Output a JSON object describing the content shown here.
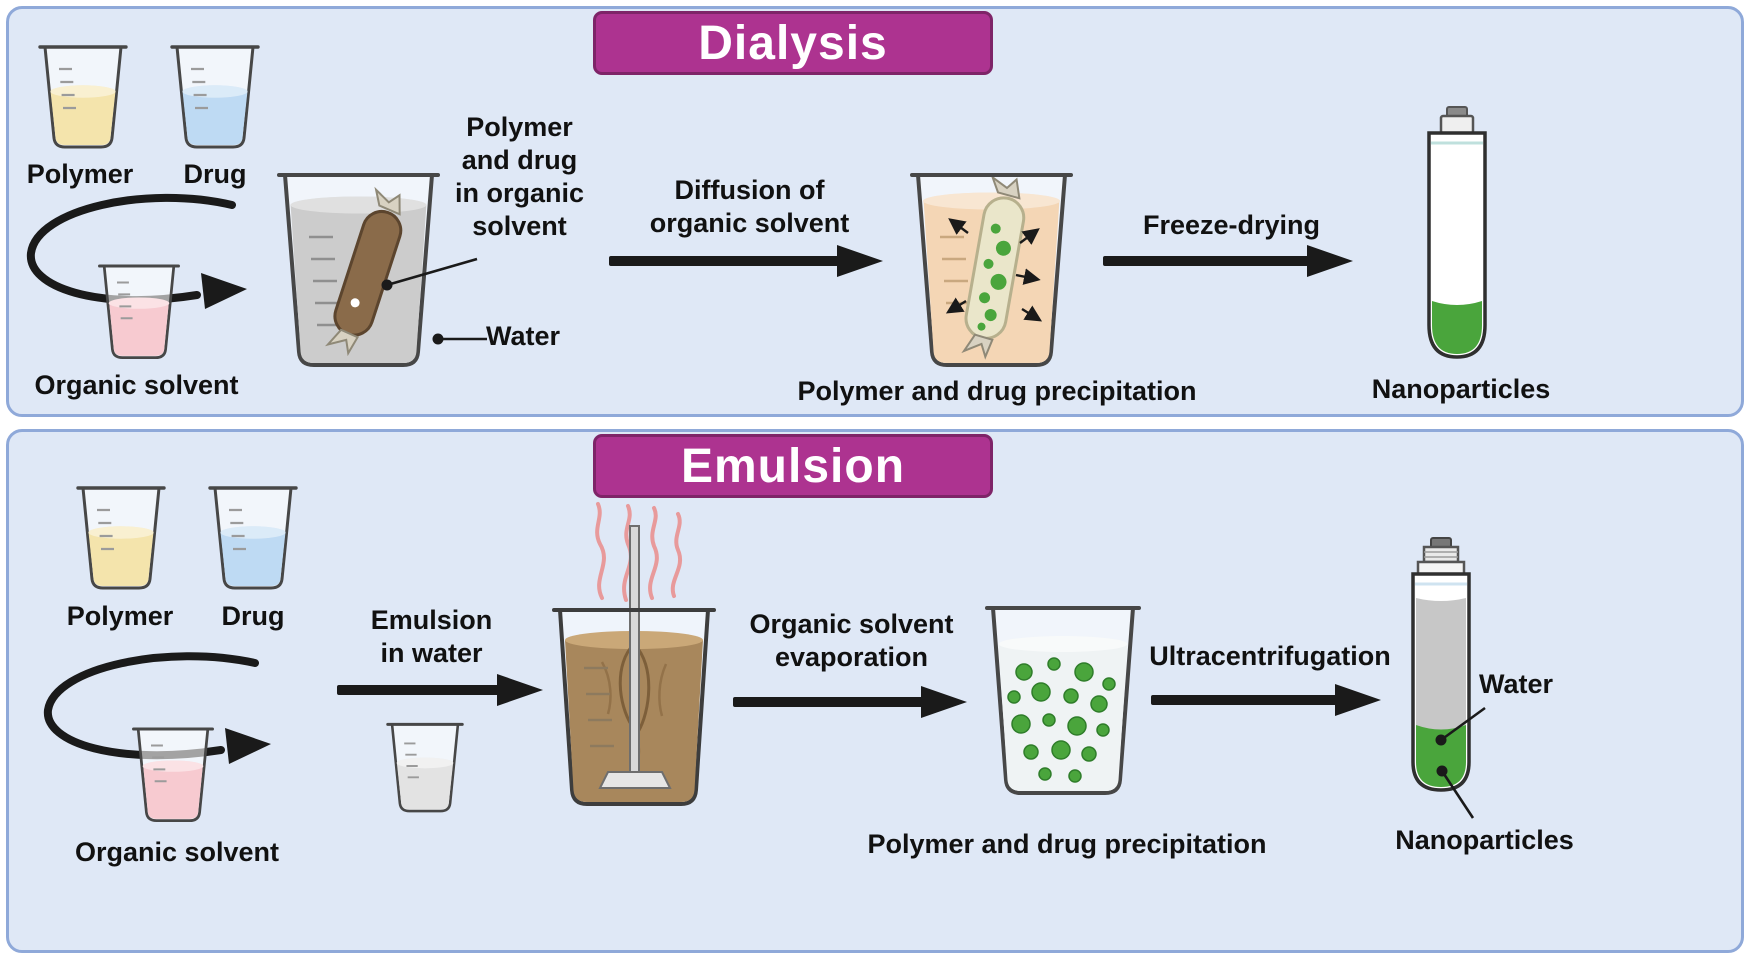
{
  "colors": {
    "page_bg": "#ffffff",
    "panel_bg": "#dfe8f6",
    "panel_border": "#8fa9d9",
    "banner_bg": "#ad3390",
    "banner_border": "#7e2468",
    "banner_text": "#ffffff",
    "label_text": "#111111",
    "arrow_black": "#1a1a1a",
    "liquid_yellow": "#f4e4ac",
    "liquid_blue": "#bedaf3",
    "liquid_pink": "#f7cad0",
    "liquid_gray": "#cccccc",
    "liquid_lightgray": "#e3e3e3",
    "liquid_peach": "#f4d6b5",
    "liquid_brown": "#a8875c",
    "liquid_clear": "#eff3f4",
    "bag_brown": "#8a6b4a",
    "bag_cream": "#eae6ca",
    "nanoparticle_green": "#4aa53c",
    "vapor_pink": "#e89a9b",
    "glass_stroke": "#474747"
  },
  "dialysis": {
    "title": "Dialysis",
    "polymer_label": "Polymer",
    "drug_label": "Drug",
    "organic_solvent_label": "Organic solvent",
    "bag_callout": "Polymer\nand drug\nin organic\nsolvent",
    "water_callout": "Water",
    "step1_arrow_label": "Diffusion of\norganic solvent",
    "precipitation_label": "Polymer and drug precipitation",
    "step2_arrow_label": "Freeze-drying",
    "nanoparticles_label": "Nanoparticles"
  },
  "emulsion": {
    "title": "Emulsion",
    "polymer_label": "Polymer",
    "drug_label": "Drug",
    "organic_solvent_label": "Organic solvent",
    "step1_arrow_label": "Emulsion\nin water",
    "step2_arrow_label": "Organic solvent\nevaporation",
    "precipitation_label": "Polymer and drug precipitation",
    "step3_arrow_label": "Ultracentrifugation",
    "water_callout": "Water",
    "nanoparticles_label": "Nanoparticles"
  }
}
